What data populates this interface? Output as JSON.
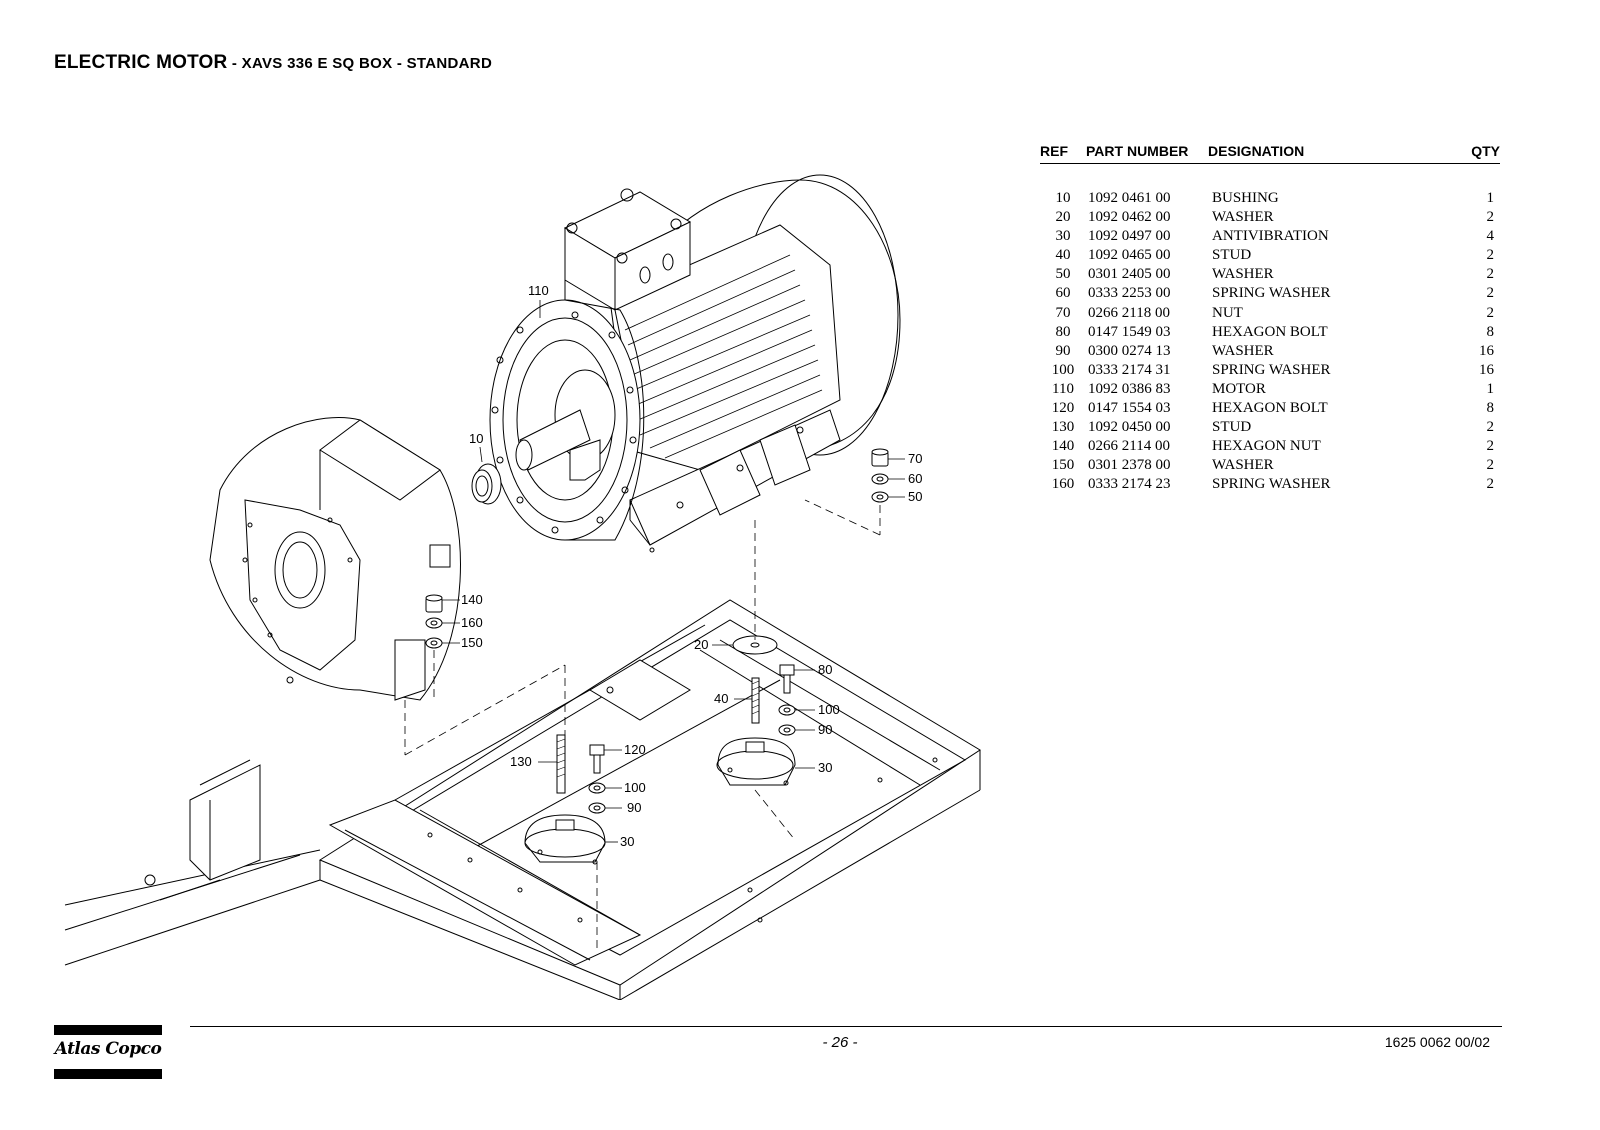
{
  "header": {
    "title_main": "ELECTRIC MOTOR",
    "title_sub": " - XAVS 336 E SQ BOX - STANDARD"
  },
  "table": {
    "columns": [
      "REF",
      "PART NUMBER",
      "DESIGNATION",
      "QTY"
    ],
    "rows": [
      [
        "10",
        "1092 0461 00",
        "BUSHING",
        "1"
      ],
      [
        "20",
        "1092 0462 00",
        "WASHER",
        "2"
      ],
      [
        "30",
        "1092 0497 00",
        "ANTIVIBRATION",
        "4"
      ],
      [
        "40",
        "1092 0465 00",
        "STUD",
        "2"
      ],
      [
        "50",
        "0301 2405 00",
        "WASHER",
        "2"
      ],
      [
        "60",
        "0333 2253 00",
        "SPRING WASHER",
        "2"
      ],
      [
        "70",
        "0266 2118 00",
        "NUT",
        "2"
      ],
      [
        "80",
        "0147 1549 03",
        "HEXAGON BOLT",
        "8"
      ],
      [
        "90",
        "0300 0274 13",
        "WASHER",
        "16"
      ],
      [
        "100",
        "0333 2174 31",
        "SPRING WASHER",
        "16"
      ],
      [
        "110",
        "1092 0386 83",
        "MOTOR",
        "1"
      ],
      [
        "120",
        "0147 1554 03",
        "HEXAGON BOLT",
        "8"
      ],
      [
        "130",
        "1092 0450 00",
        "STUD",
        "2"
      ],
      [
        "140",
        "0266 2114 00",
        "HEXAGON NUT",
        "2"
      ],
      [
        "150",
        "0301 2378 00",
        "WASHER",
        "2"
      ],
      [
        "160",
        "0333 2174 23",
        "SPRING WASHER",
        "2"
      ]
    ]
  },
  "callouts": [
    "110",
    "10",
    "70",
    "60",
    "50",
    "140",
    "160",
    "150",
    "20",
    "80",
    "40",
    "100",
    "90",
    "30",
    "130",
    "120",
    "100",
    "90",
    "30"
  ],
  "footer": {
    "logo_text": "Atlas Copco",
    "page_number": "- 26 -",
    "document_number": "1625 0062 00/02"
  }
}
